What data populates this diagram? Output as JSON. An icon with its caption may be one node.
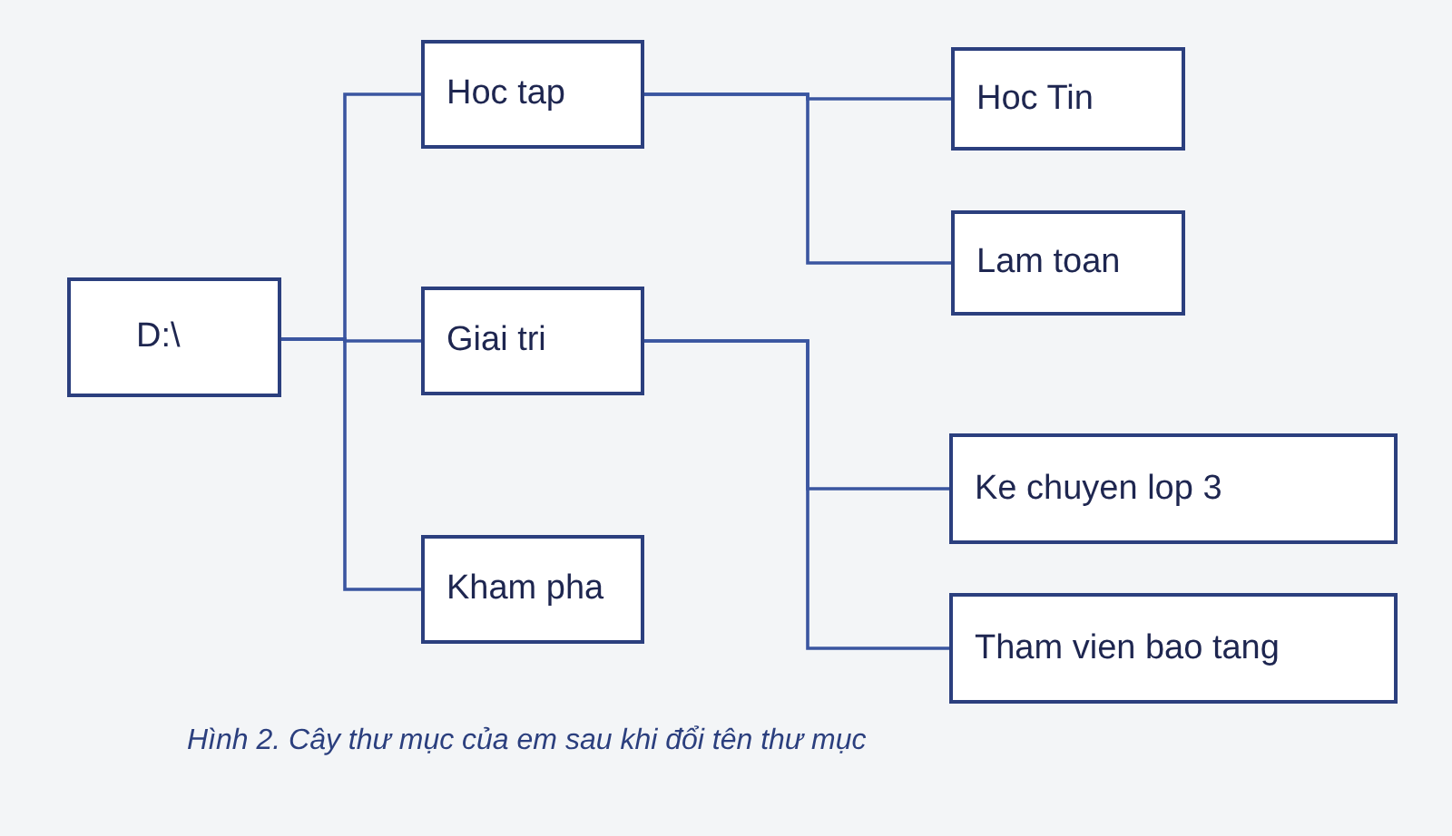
{
  "diagram": {
    "caption": "Hình 2. Cây thư mục của em sau khi đổi tên thư mục",
    "nodes": [
      {
        "text": [
          "D:\\"
        ]
      },
      {
        "text": [
          "Hoc tap"
        ]
      },
      {
        "text": [
          "Giai tri"
        ]
      },
      {
        "text": [
          "Kham pha"
        ]
      },
      {
        "text": [
          "Hoc Tin"
        ]
      },
      {
        "text": [
          "Lam toan"
        ]
      },
      {
        "text": [
          "Ke chuyen lop 3"
        ]
      },
      {
        "text": [
          "Tham vien bao tang"
        ]
      }
    ],
    "edges": [
      {
        "from": 0,
        "to": 1,
        "arrow": "none"
      },
      {
        "from": 0,
        "to": 2,
        "arrow": "none"
      },
      {
        "from": 0,
        "to": 3,
        "arrow": "none"
      },
      {
        "from": 1,
        "to": 4,
        "arrow": "none"
      },
      {
        "from": 1,
        "to": 5,
        "arrow": "none"
      },
      {
        "from": 2,
        "to": 6,
        "arrow": "none"
      },
      {
        "from": 2,
        "to": 7,
        "arrow": "none"
      }
    ]
  }
}
